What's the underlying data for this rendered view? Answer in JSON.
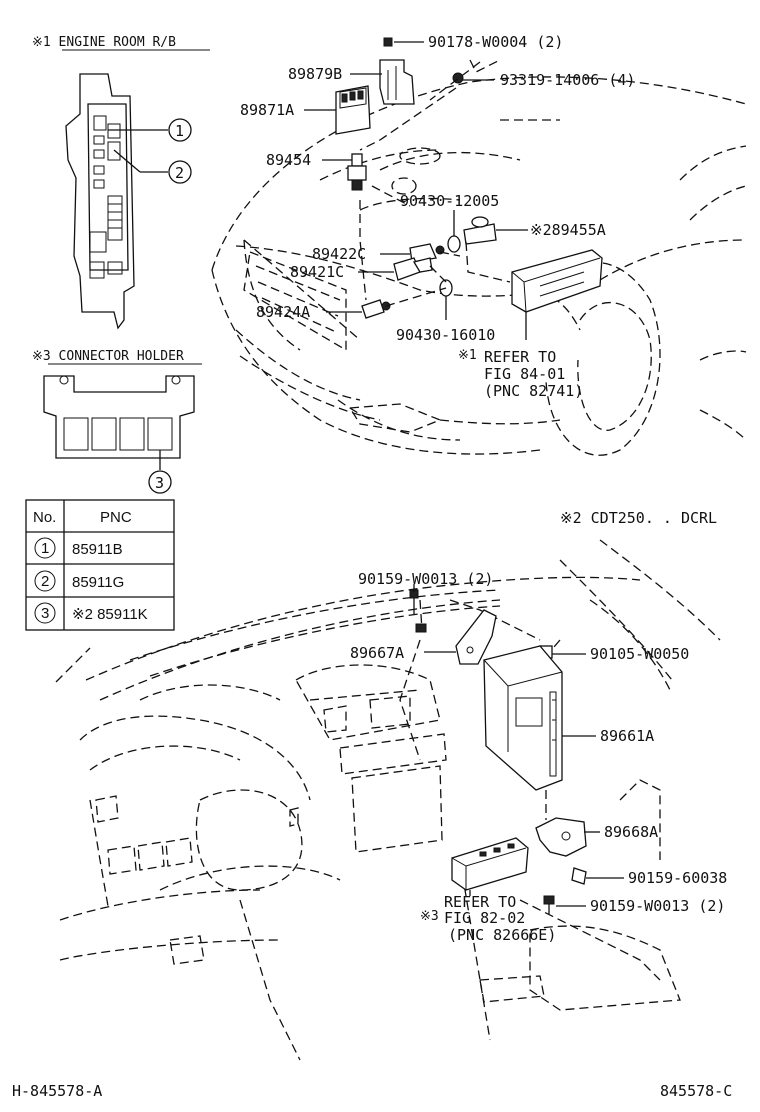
{
  "notes": {
    "engine_room": "※1  ENGINE ROOM R/B",
    "connector_holder": "※3 CONNECTOR HOLDER",
    "model_note": "※2  CDT250. . DCRL"
  },
  "callouts": {
    "p90178": "90178-W0004 (2)",
    "p93319": "93319-14006 (4)",
    "p89879B": "89879B",
    "p89871A": "89871A",
    "p89454": "89454",
    "p90430a": "90430-12005",
    "p89455A": "※289455A",
    "p89422C": "89422C",
    "p89421C": "89421C",
    "p89424A": "89424A",
    "p90430b": "90430-16010",
    "ref1_mark": "※1",
    "ref1_l1": "REFER TO",
    "ref1_l2": "FIG 84-01",
    "ref1_l3": "(PNC 82741)",
    "p90159a": "90159-W0013 (2)",
    "p89667A": "89667A",
    "p90105": "90105-W0050",
    "p89661A": "89661A",
    "p89668A": "89668A",
    "p90159b": "90159-60038",
    "p90159c": "90159-W0013 (2)",
    "ref3_mark": "※3",
    "ref3_l1": "REFER TO",
    "ref3_l2": "FIG 82-02",
    "ref3_l3": "(PNC 82666E)"
  },
  "table": {
    "header_no": "No.",
    "header_pnc": "PNC",
    "rows": [
      {
        "no": "1",
        "pnc": "85911B"
      },
      {
        "no": "2",
        "pnc": "85911G"
      },
      {
        "no": "3",
        "pnc": "※2 85911K"
      }
    ]
  },
  "circle_labels": {
    "c1": "1",
    "c2": "2",
    "c3": "3"
  },
  "footer": {
    "left": "H-845578-A",
    "right": "845578-C"
  }
}
